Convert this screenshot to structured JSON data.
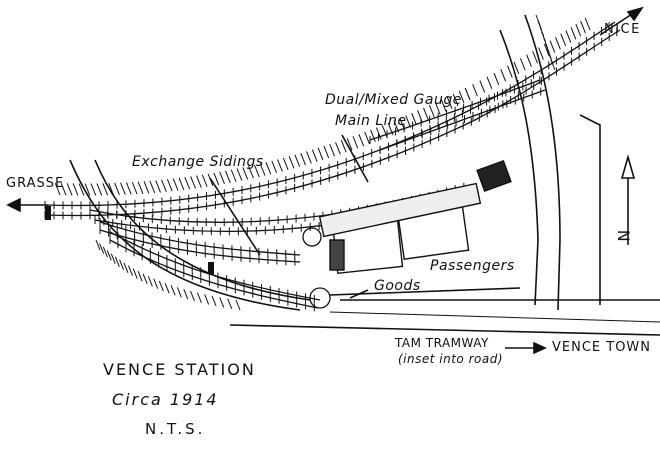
{
  "map": {
    "labels": {
      "nice": "NICE",
      "grasse": "GRASSE",
      "main_line_1": "Dual/Mixed Gauge",
      "main_line_2": "Main Line",
      "exchange_sidings": "Exchange Sidings",
      "passengers": "Passengers",
      "goods": "Goods",
      "tramway_1": "TAM TRAMWAY",
      "tramway_2": "(inset into road)",
      "vence_town": "VENCE TOWN",
      "north": "N"
    },
    "title": {
      "line1": "VENCE STATION",
      "line2": "Circa 1914",
      "line3": "N.T.S."
    },
    "colors": {
      "ink": "#111111",
      "paper": "#ffffff"
    }
  }
}
